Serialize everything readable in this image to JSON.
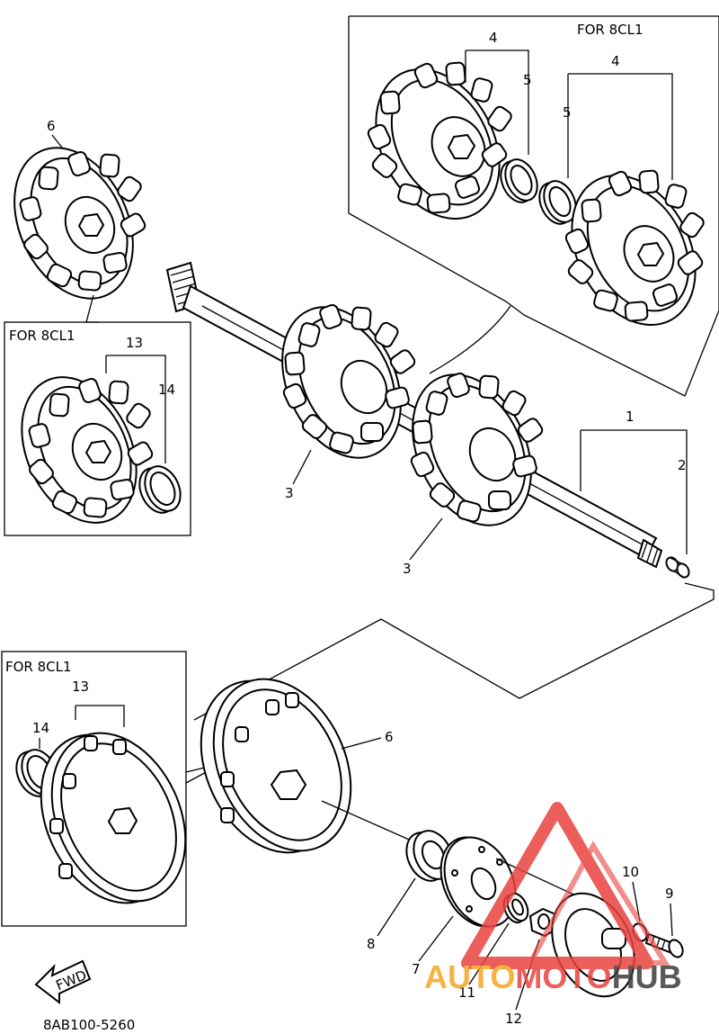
{
  "diagram": {
    "variant_label": "FOR 8CL1",
    "callouts": [
      "1",
      "2",
      "3",
      "3",
      "4",
      "5",
      "4",
      "5",
      "6",
      "6",
      "7",
      "8",
      "9",
      "10",
      "11",
      "12",
      "13",
      "14",
      "13",
      "14"
    ],
    "forward_arrow_label": "FWD",
    "part_code": "8AB100-5260"
  },
  "watermark": {
    "part1": "AUTO",
    "part2": "MOTO",
    "part3": "HUB",
    "colors": {
      "auto": "#f5a623",
      "moto": "#e8433f",
      "hub": "#3d3d3d",
      "triangle": "#e8433f"
    }
  }
}
